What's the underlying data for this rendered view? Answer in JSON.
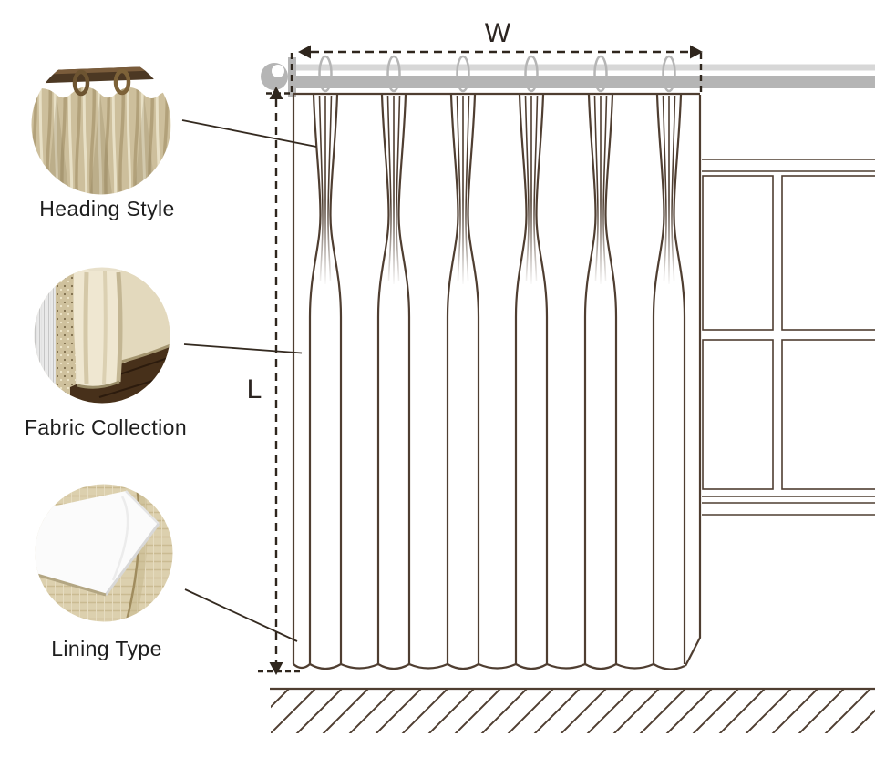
{
  "insets": [
    {
      "label": "Heading Style",
      "photo": "pinch-pleat-curtain-on-rod-photo"
    },
    {
      "label": "Fabric Collection",
      "photo": "cream-linen-curtain-fabric-photo"
    },
    {
      "label": "Lining Type",
      "photo": "white-lining-folded-over-linen-photo"
    }
  ],
  "dimension_labels": {
    "width": "W",
    "length": "L"
  },
  "colors": {
    "drawing_line": "#4f3e31",
    "dimension_line": "#2f261d",
    "label_text": "#1e1e1e",
    "rod_gray": "#b5b5b5",
    "rod_highlight_gray": "#d7d7d7"
  }
}
